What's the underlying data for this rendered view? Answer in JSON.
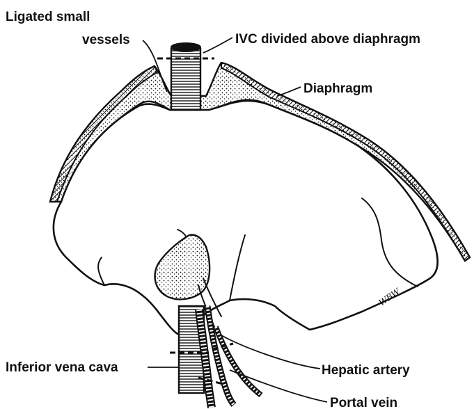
{
  "labels": {
    "ligated_small": "Ligated small",
    "vessels": "vessels",
    "ivc_divided": "IVC divided above diaphragm",
    "diaphragm": "Diaphragm",
    "inferior_vena_cava": "Inferior vena cava",
    "hepatic_artery": "Hepatic artery",
    "portal_vein": "Portal vein"
  },
  "signature": "WBW"
}
